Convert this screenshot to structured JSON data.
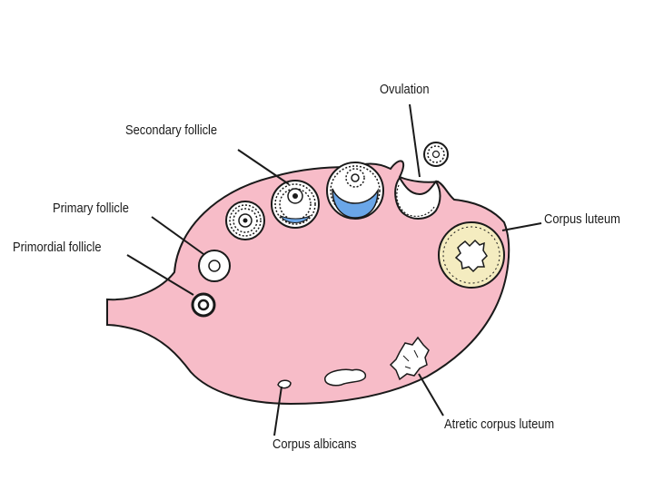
{
  "labels": {
    "ovulation": "Ovulation",
    "secondary_follicle": "Secondary follicle",
    "primary_follicle": "Primary follicle",
    "primordial_follicle": "Primordial follicle",
    "corpus_luteum": "Corpus luteum",
    "atretic_corpus_luteum": "Atretic corpus luteum",
    "corpus_albicans": "Corpus albicans"
  },
  "colors": {
    "ovary_fill": "#f7bcc8",
    "outline": "#1a1a1a",
    "antrum_blue": "#6aa6e8",
    "corpus_luteum_fill": "#f4ecc0"
  }
}
